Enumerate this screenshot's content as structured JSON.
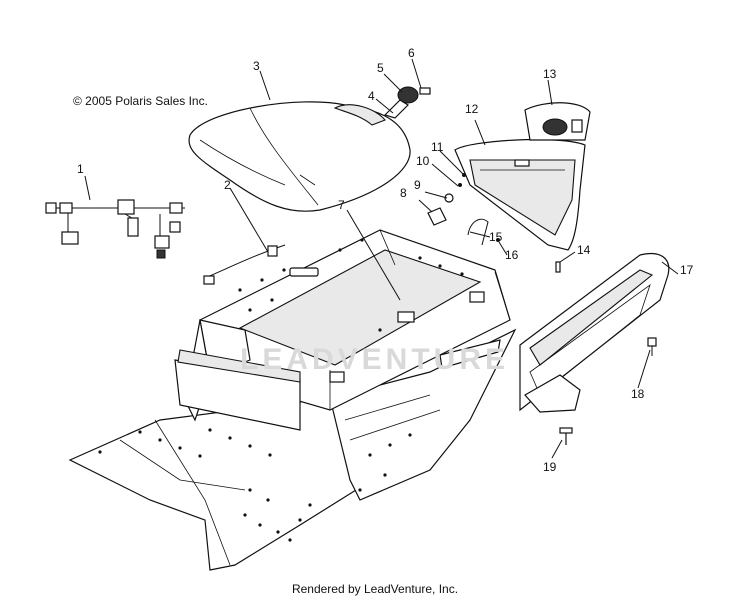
{
  "copyright": "© 2005 Polaris Sales Inc.",
  "footer": "Rendered by LeadVenture, Inc.",
  "watermark": "LEADVENTURE",
  "callouts": [
    "1",
    "2",
    "3",
    "4",
    "5",
    "6",
    "7",
    "8",
    "9",
    "10",
    "11",
    "12",
    "13",
    "14",
    "15",
    "16",
    "17",
    "18",
    "19"
  ]
}
